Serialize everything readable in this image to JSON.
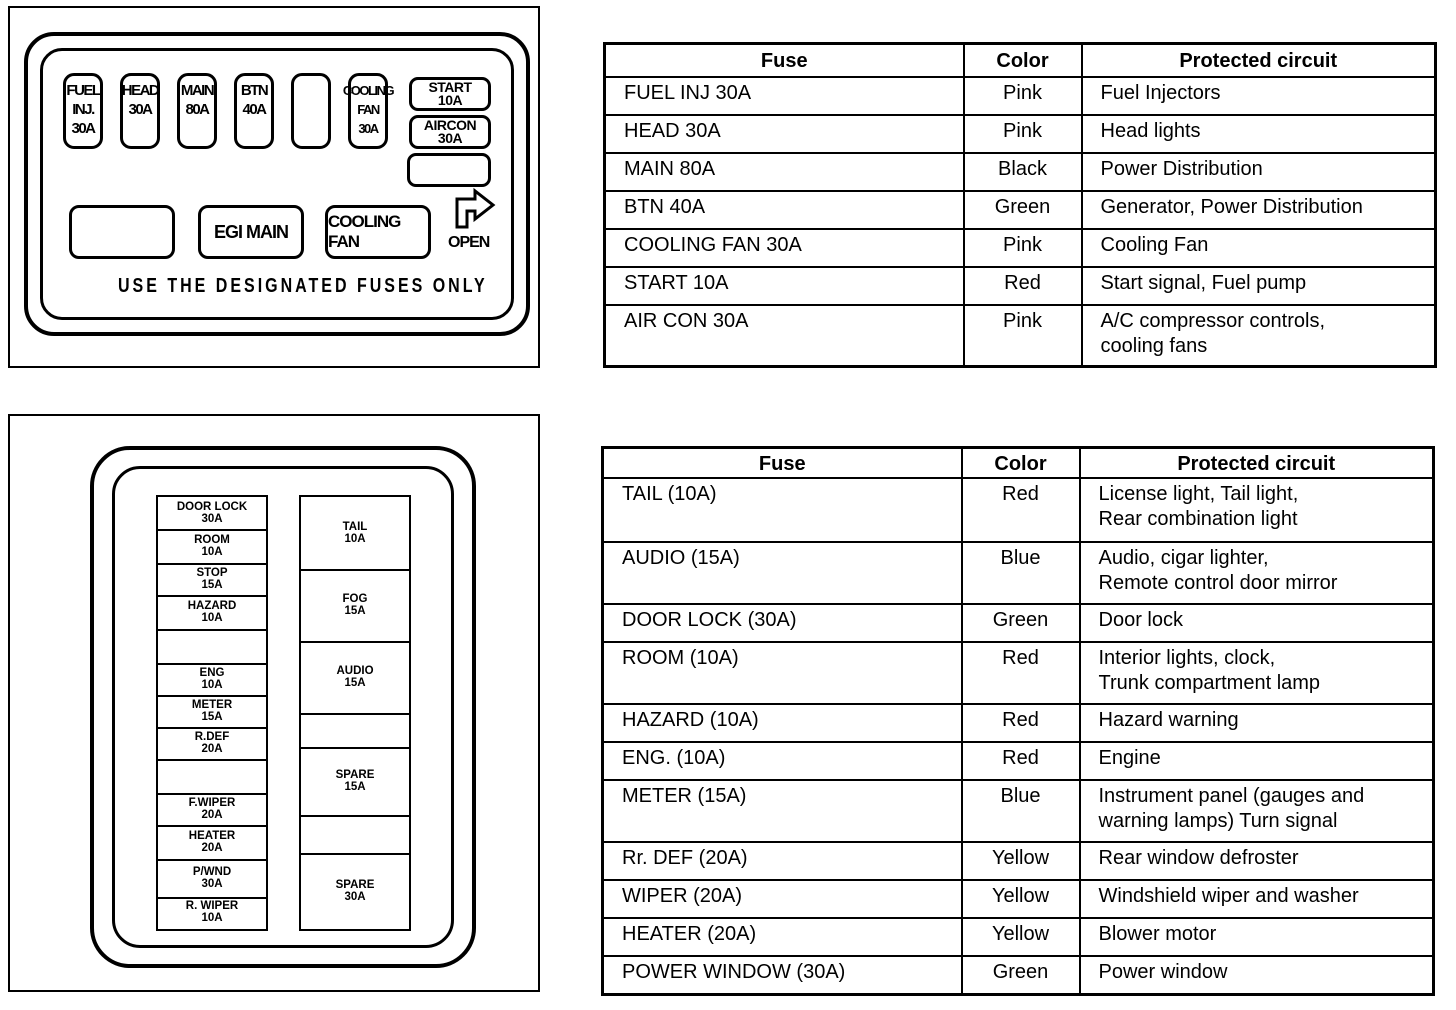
{
  "top_box": {
    "fuses": [
      {
        "lines": [
          "FUEL",
          "INJ.",
          "30A"
        ]
      },
      {
        "lines": [
          "HEAD",
          "30A"
        ]
      },
      {
        "lines": [
          "MAIN",
          "80A"
        ]
      },
      {
        "lines": [
          "BTN",
          "40A"
        ]
      },
      {
        "lines": []
      },
      {
        "lines": [
          "COOLING",
          "FAN",
          "30A"
        ]
      }
    ],
    "start": [
      "START",
      "10A"
    ],
    "aircon": [
      "AIRCON",
      "30A"
    ],
    "egi": "EGI   MAIN",
    "cooling": "COOLING FAN",
    "open": "OPEN",
    "warning": "USE THE DESIGNATED FUSES ONLY"
  },
  "bottom_box": {
    "left_column": [
      {
        "lines": [
          "DOOR LOCK",
          "30A"
        ]
      },
      {
        "lines": [
          "ROOM",
          "10A"
        ]
      },
      {
        "lines": [
          "STOP",
          "15A"
        ]
      },
      {
        "lines": [
          "HAZARD",
          "10A"
        ]
      },
      {
        "lines": []
      },
      {
        "lines": [
          "ENG",
          "10A"
        ]
      },
      {
        "lines": [
          "METER",
          "15A"
        ]
      },
      {
        "lines": [
          "R.DEF",
          "20A"
        ]
      },
      {
        "lines": []
      },
      {
        "lines": [
          "F.WIPER",
          "20A"
        ]
      },
      {
        "lines": [
          "HEATER",
          "20A"
        ]
      },
      {
        "lines": [
          "P/WND",
          "30A"
        ]
      },
      {
        "lines": [
          "R. WIPER",
          "10A"
        ]
      }
    ],
    "right_column": [
      {
        "lines": [
          "TAIL",
          "10A"
        ]
      },
      {
        "lines": [
          "FOG",
          "15A"
        ]
      },
      {
        "lines": [
          "AUDIO",
          "15A"
        ]
      },
      {
        "lines": []
      },
      {
        "lines": [
          "SPARE",
          "15A"
        ]
      },
      {
        "lines": []
      },
      {
        "lines": [
          "SPARE",
          "30A"
        ]
      }
    ]
  },
  "table1": {
    "headers": [
      "Fuse",
      "Color",
      "Protected circuit"
    ],
    "rows": [
      [
        "FUEL INJ 30A",
        "Pink",
        "Fuel Injectors"
      ],
      [
        "HEAD 30A",
        "Pink",
        "Head lights"
      ],
      [
        "MAIN 80A",
        "Black",
        "Power Distribution"
      ],
      [
        "BTN 40A",
        "Green",
        "Generator, Power Distribution"
      ],
      [
        "COOLING FAN 30A",
        "Pink",
        "Cooling Fan"
      ],
      [
        "START 10A",
        "Red",
        "Start signal, Fuel pump"
      ],
      [
        "AIR CON 30A",
        "Pink",
        "A/C compressor controls,\ncooling fans"
      ]
    ]
  },
  "table2": {
    "headers": [
      "Fuse",
      "Color",
      "Protected circuit"
    ],
    "rows": [
      [
        "TAIL (10A)",
        "Red",
        "License light, Tail light,\nRear combination light"
      ],
      [
        "AUDIO (15A)",
        "Blue",
        "Audio, cigar lighter,\nRemote control door mirror"
      ],
      [
        "DOOR LOCK (30A)",
        "Green",
        "Door lock"
      ],
      [
        "ROOM (10A)",
        "Red",
        "Interior lights, clock,\nTrunk compartment lamp"
      ],
      [
        "HAZARD (10A)",
        "Red",
        "Hazard warning"
      ],
      [
        "ENG. (10A)",
        "Red",
        "Engine"
      ],
      [
        "METER (15A)",
        "Blue",
        "Instrument panel (gauges and\nwarning lamps) Turn signal"
      ],
      [
        "Rr. DEF (20A)",
        "Yellow",
        "Rear window defroster"
      ],
      [
        "WIPER (20A)",
        "Yellow",
        "Windshield wiper and washer"
      ],
      [
        "HEATER (20A)",
        "Yellow",
        "Blower motor"
      ],
      [
        "POWER WINDOW (30A)",
        "Green",
        "Power window"
      ]
    ]
  }
}
